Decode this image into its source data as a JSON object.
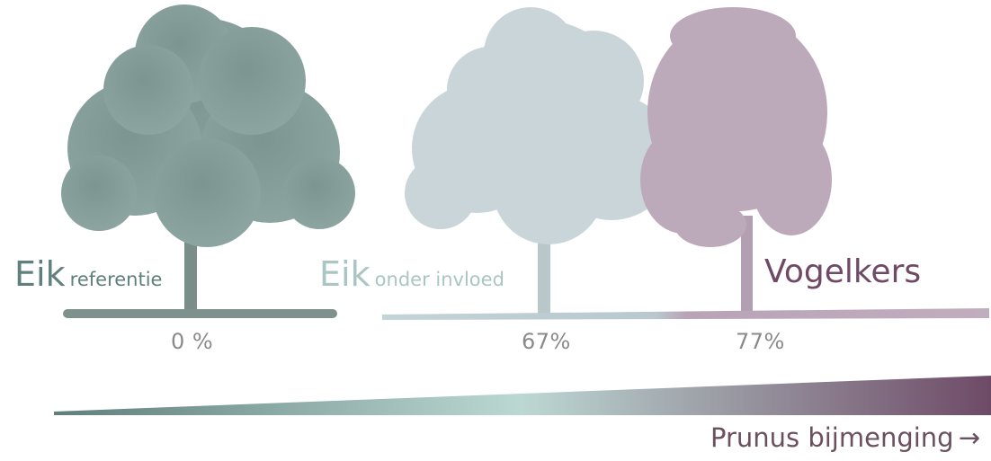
{
  "trees": [
    {
      "name": "Eik",
      "subscript": "referentie",
      "percent": "0 %",
      "color": "#7f9994"
    },
    {
      "name": "Eik",
      "subscript": "onder invloed",
      "percent": "67%",
      "color": "#c2cfd3"
    },
    {
      "name": "Vogelkers",
      "subscript": "",
      "percent": "77%",
      "color": "#b7a5b6"
    }
  ],
  "axis": {
    "label": "Prunus bijmenging",
    "arrow": "→",
    "gradient_colors": [
      "#5f7f7c",
      "#b9d6d2",
      "#6e4a66"
    ]
  }
}
